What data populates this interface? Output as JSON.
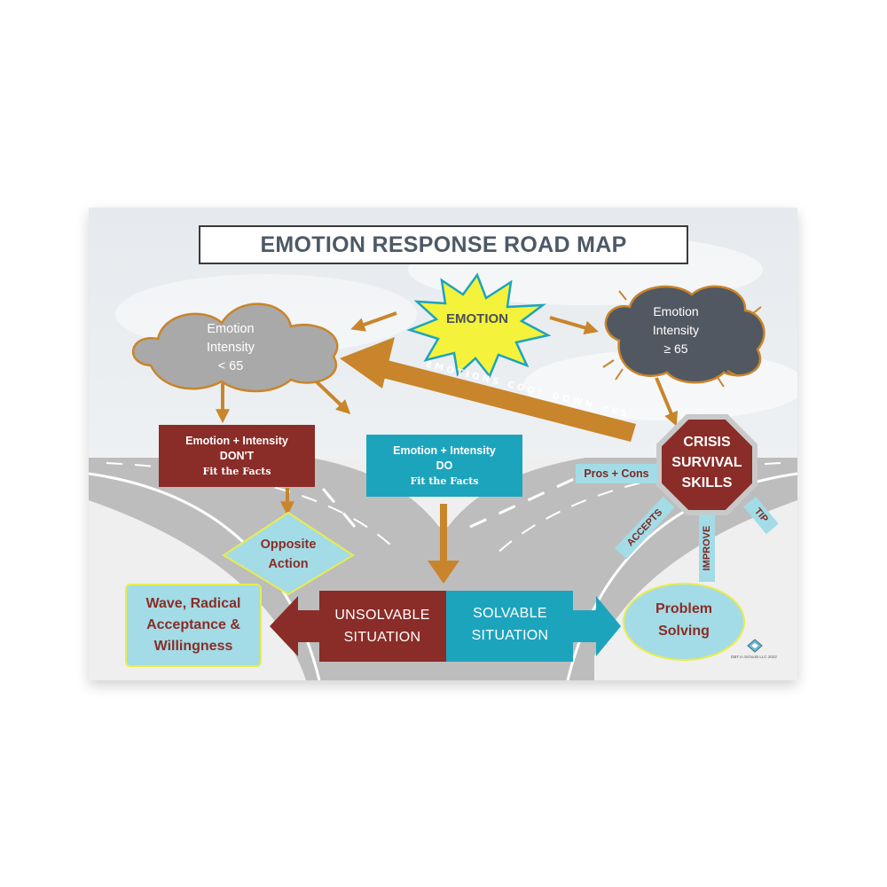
{
  "title": "EMOTION RESPONSE ROAD MAP",
  "emotion_burst": "EMOTION",
  "cloud_low": {
    "line1": "Emotion",
    "line2": "Intensity",
    "line3": "< 65"
  },
  "cloud_high": {
    "line1": "Emotion",
    "line2": "Intensity",
    "line3": "≥ 65"
  },
  "cool_down_label": "EMOTIONS COOL DOWN <65",
  "box_dont": {
    "line1": "Emotion + Intensity",
    "line2": "DON'T",
    "line3": "Fit the Facts"
  },
  "box_do": {
    "line1": "Emotion + Intensity",
    "line2": "DO",
    "line3": "Fit the Facts"
  },
  "crisis": {
    "line1": "CRISIS",
    "line2": "SURVIVAL",
    "line3": "SKILLS"
  },
  "crisis_skills": {
    "pros_cons": "Pros + Cons",
    "accepts": "ACCEPTS",
    "improve": "IMPROVE",
    "tip": "TIP"
  },
  "opposite_action": {
    "line1": "Opposite",
    "line2": "Action"
  },
  "wave_box": {
    "line1": "Wave, Radical",
    "line2": "Acceptance &",
    "line3": "Willingness"
  },
  "unsolvable": {
    "line1": "UNSOLVABLE",
    "line2": "SITUATION"
  },
  "solvable": {
    "line1": "SOLVABLE",
    "line2": "SITUATION"
  },
  "problem_solving": {
    "line1": "Problem",
    "line2": "Solving"
  },
  "credit": "DBT in Schools LLC 2022",
  "colors": {
    "dark_red": "#8a2c27",
    "teal": "#1da4bd",
    "light_blue": "#a3dce6",
    "arrow_gold": "#c8852b",
    "cloud_gray": "#a9a9a9",
    "cloud_dark": "#525861",
    "burst_yellow": "#f4f23a",
    "highlight_yellow": "#e8ec4e"
  }
}
